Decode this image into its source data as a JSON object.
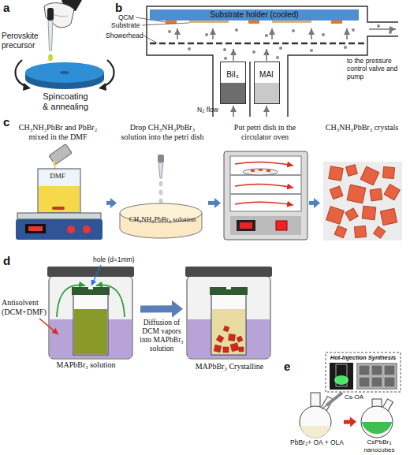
{
  "diagram": {
    "nodes": [
      {
        "text": [
          "Substrate holder (cooled)"
        ]
      },
      {
        "text": [
          "BiI₃"
        ]
      },
      {
        "text": [
          "MAI"
        ]
      },
      {
        "text": [
          "CH₃NH₃PbBr and PbBr₂ mixed in the DMF",
          "DMF"
        ]
      },
      {
        "text": [
          "Drop CH₃NH₃PbBr₃ solution into the petri dish",
          "CH₃NH₃PbBr₃ solution"
        ]
      },
      {
        "text": [
          "Put petri dish in the circulator oven"
        ]
      },
      {
        "text": [
          "CH₃NH₃PbBr₃ crystals"
        ]
      },
      {
        "text": [
          "MAPbBr₃ solution"
        ]
      },
      {
        "text": [
          "MAPbBr₃ Crystalline"
        ]
      },
      {
        "text": [
          "PbBr₂+ OA + OLA"
        ]
      },
      {
        "text": [
          "CsPbBr₃ nanocubes"
        ]
      }
    ],
    "edges": [
      {
        "from": 3,
        "to": 4,
        "arrow": "to"
      },
      {
        "from": 4,
        "to": 5,
        "arrow": "to"
      },
      {
        "from": 5,
        "to": 6,
        "arrow": "to"
      },
      {
        "from": 7,
        "to": 8,
        "label": "Diffusion of DCM vapors into MAPbBr₃ solution",
        "arrow": "to"
      },
      {
        "from": 9,
        "to": 10,
        "arrow": "to"
      }
    ],
    "labels": [
      "a",
      "Perovskite precursor",
      "Spincoating & annealing",
      "b",
      "QCM",
      "Substrate",
      "Showerhead",
      "to the pressure control valve and pump",
      "N₂ flow",
      "c",
      "d",
      "Antisolvent (DCM+DMF)",
      "hole (d=1mm)",
      "e",
      "Hot-Injection Synthesis",
      "Cs-OA"
    ]
  }
}
